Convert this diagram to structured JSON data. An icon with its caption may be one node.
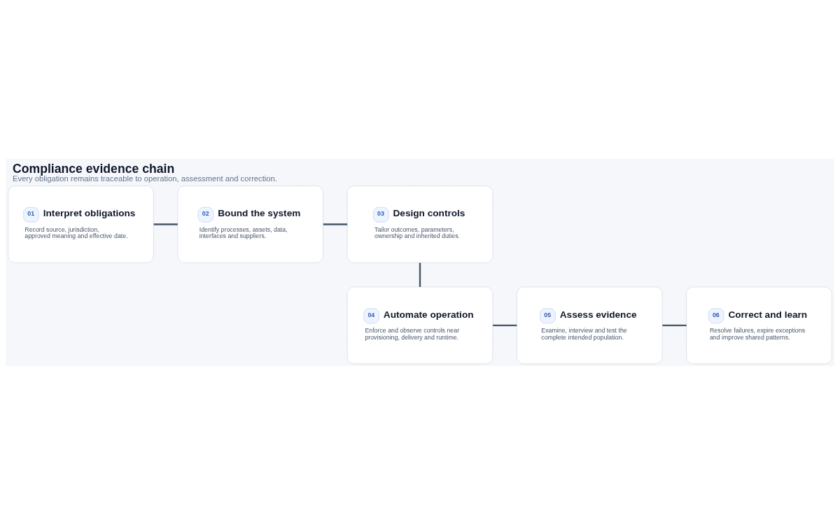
{
  "diagram": {
    "title": "Compliance evidence chain",
    "caption": "Every obligation remains traceable to operation, assessment and correction.",
    "nodes": [
      {
        "text": [
          "01",
          "Interpret obligations",
          "Record source, jurisdiction, approved meaning and effective date."
        ]
      },
      {
        "text": [
          "02",
          "Bound the system",
          "Identify processes, assets, data, interfaces and suppliers."
        ]
      },
      {
        "text": [
          "03",
          "Design controls",
          "Tailor outcomes, parameters, ownership and inherited duties."
        ]
      },
      {
        "text": [
          "04",
          "Automate operation",
          "Enforce and observe controls near provisioning, delivery and runtime."
        ]
      },
      {
        "text": [
          "05",
          "Assess evidence",
          "Examine, interview and test the complete intended population."
        ]
      },
      {
        "text": [
          "06",
          "Correct and learn",
          "Resolve failures, expire exceptions and improve shared patterns."
        ]
      }
    ],
    "edges": [
      {
        "from": 0,
        "to": 1,
        "arrow": "none"
      },
      {
        "from": 1,
        "to": 2,
        "arrow": "none"
      },
      {
        "from": 2,
        "to": 3,
        "arrow": "none"
      },
      {
        "from": 3,
        "to": 4,
        "arrow": "none"
      },
      {
        "from": 4,
        "to": 5,
        "arrow": "none"
      }
    ]
  }
}
